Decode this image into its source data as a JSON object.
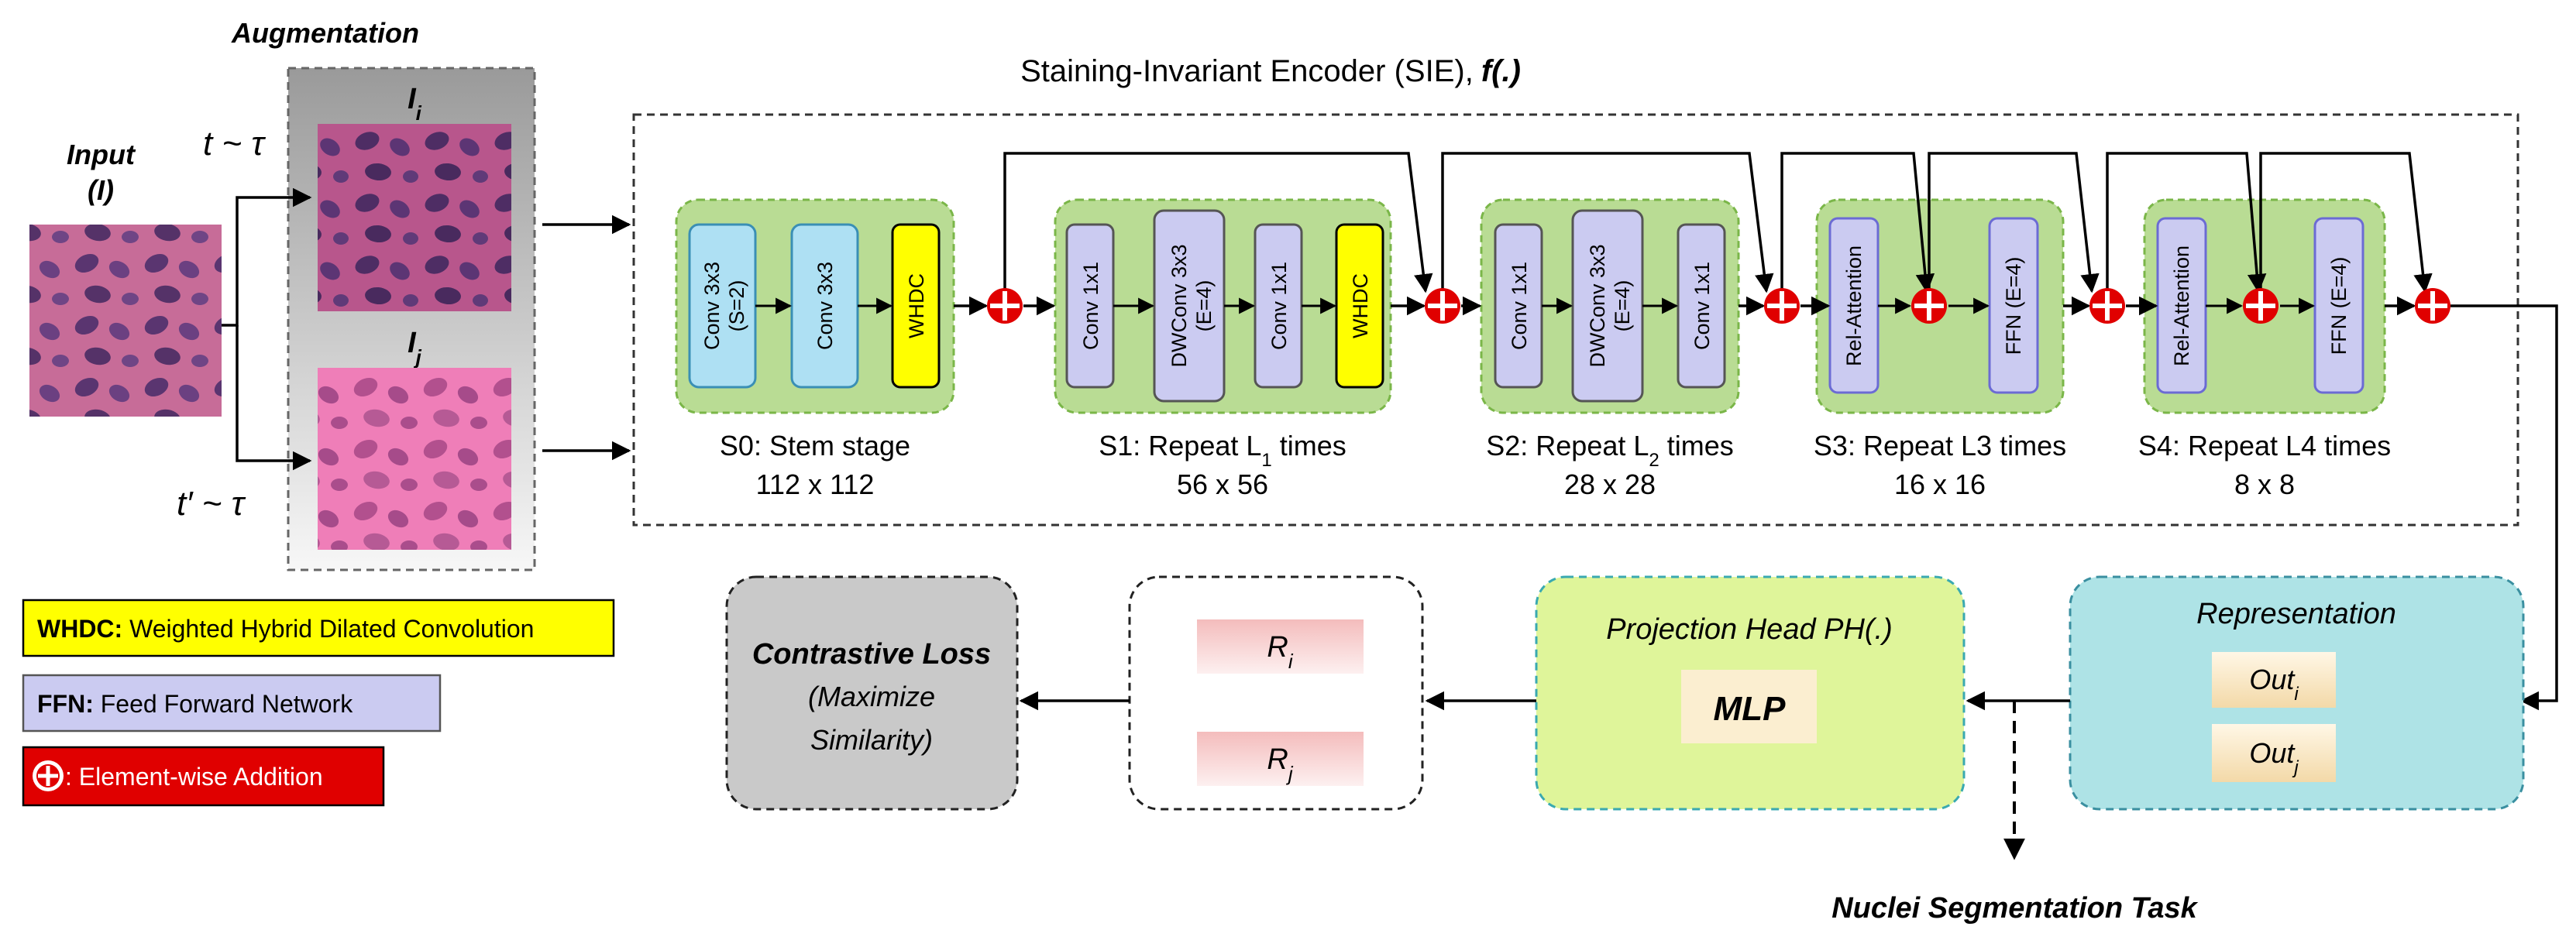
{
  "colors": {
    "stage_green": "#b9dc94",
    "conv_blue": "#aee0f3",
    "whdc_yellow": "#ffff00",
    "ffn_lavender": "#cbcbf1",
    "add_red": "#e00000",
    "projection_green": "#dff59a",
    "representation_teal": "#aee3e6",
    "loss_gray": "#c9c9c9",
    "mlp_cream": "#fbeed0",
    "r_pink": "#f6cbcb"
  },
  "augmentation": {
    "title": "Augmentation",
    "input_label": "Input",
    "input_symbol": "(I)",
    "t_label": "t ~ τ",
    "t_prime_label": "t′ ~ τ",
    "view_i": "I",
    "view_i_sub": "i",
    "view_j": "I",
    "view_j_sub": "j"
  },
  "encoder": {
    "title": "Staining-Invariant Encoder (SIE),",
    "title_fn": "f(.)",
    "s0": {
      "blocks": [
        "Conv 3x3 (S=2)",
        "Conv 3x3",
        "WHDC"
      ],
      "caption": "S0: Stem stage",
      "res": "112 x 112"
    },
    "s1": {
      "blocks": [
        "Conv 1x1",
        "DWConv 3x3 (E=4)",
        "Conv 1x1",
        "WHDC"
      ],
      "caption_pre": "S1: Repeat L",
      "caption_sub": "1",
      "caption_post": " times",
      "res": "56 x 56"
    },
    "s2": {
      "blocks": [
        "Conv 1x1",
        "DWConv 3x3 (E=4)",
        "Conv 1x1"
      ],
      "caption_pre": "S2: Repeat L",
      "caption_sub": "2",
      "caption_post": " times",
      "res": "28 x 28"
    },
    "s3": {
      "blocks": [
        "Rel-Attention",
        "FFN (E=4)"
      ],
      "caption": "S3: Repeat L3 times",
      "res": "16 x 16"
    },
    "s4": {
      "blocks": [
        "Rel-Attention",
        "FFN (E=4)"
      ],
      "caption": "S4: Repeat L4 times",
      "res": "8 x 8"
    }
  },
  "legend": {
    "whdc_key": "WHDC:",
    "whdc_text": " Weighted Hybrid Dilated Convolution",
    "ffn_key": "FFN:",
    "ffn_text": " Feed Forward Network",
    "add_text": ": Element-wise Addition"
  },
  "loss": {
    "title": "Contrastive Loss",
    "line1": "(Maximize",
    "line2": "Similarity)"
  },
  "r_box": {
    "ri": "R",
    "ri_sub": "i",
    "rj": "R",
    "rj_sub": "j"
  },
  "projection": {
    "title": "Projection Head PH(.)",
    "mlp": "MLP"
  },
  "representation": {
    "title": "Representation",
    "out_i": "Out",
    "out_i_sub": "i",
    "out_j": "Out",
    "out_j_sub": "j"
  },
  "task": "Nuclei Segmentation Task"
}
